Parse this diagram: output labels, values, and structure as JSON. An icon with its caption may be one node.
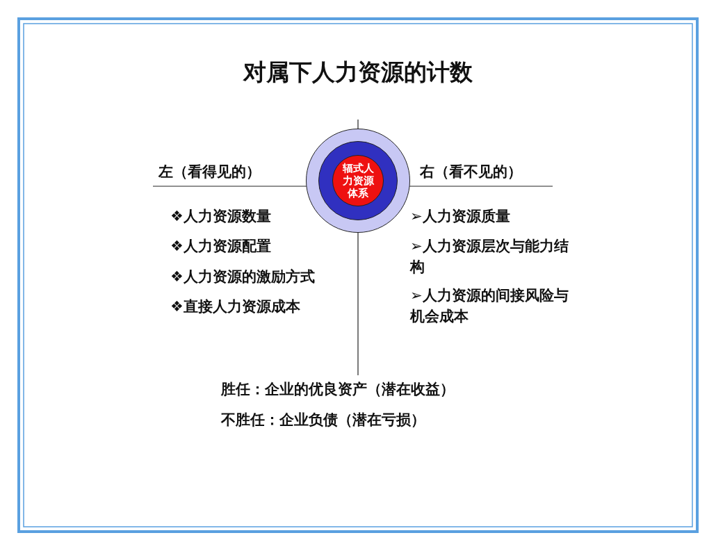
{
  "diagram": {
    "title": "对属下人力资源的计数",
    "nodes": [
      {
        "text": [],
        "shape": "circle"
      },
      {
        "text": [],
        "shape": "circle",
        "in": 0
      },
      {
        "text": [
          "辐式人力资源体系"
        ],
        "in": 1
      }
    ],
    "edges": [],
    "labels": [
      "左（看得见的）",
      "右（看不见的）",
      "❖人力资源数量",
      "❖人力资源配置",
      "❖人力资源的激励方式",
      "❖直接人力资源成本",
      "➢人力资源质量",
      "➢人力资源层次与能力结构",
      "➢人力资源的间接风险与机会成本",
      "胜任：企业的优良资产（潜在收益）",
      "不胜任：企业负债（潜在亏损）"
    ]
  }
}
